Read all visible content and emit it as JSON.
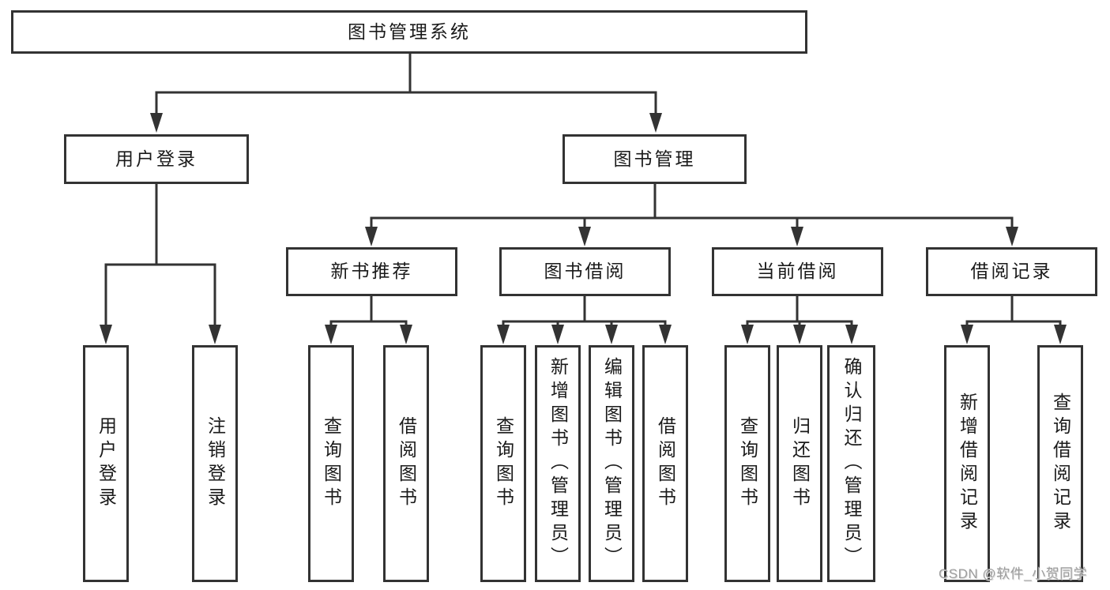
{
  "diagram_title": "图书管理系统",
  "tree": {
    "label": "图书管理系统",
    "children": [
      {
        "label": "用户登录",
        "children": [
          {
            "label": "用户登录"
          },
          {
            "label": "注销登录"
          }
        ]
      },
      {
        "label": "图书管理",
        "children": [
          {
            "label": "新书推荐",
            "children": [
              {
                "label": "查询图书"
              },
              {
                "label": "借阅图书"
              }
            ]
          },
          {
            "label": "图书借阅",
            "children": [
              {
                "label": "查询图书"
              },
              {
                "label": "新增图书（管理员）"
              },
              {
                "label": "编辑图书（管理员）"
              },
              {
                "label": "借阅图书"
              }
            ]
          },
          {
            "label": "当前借阅",
            "children": [
              {
                "label": "查询图书"
              },
              {
                "label": "归还图书"
              },
              {
                "label": "确认归还（管理员）"
              }
            ]
          },
          {
            "label": "借阅记录",
            "children": [
              {
                "label": "新增借阅记录"
              },
              {
                "label": "查询借阅记录"
              }
            ]
          }
        ]
      }
    ]
  },
  "watermark": {
    "text": "CSDN @软件_小贺同学"
  },
  "colors": {
    "line": "#333333",
    "text": "#1a1a1a",
    "watermark": "#9d9d9d",
    "background": "#ffffff"
  }
}
